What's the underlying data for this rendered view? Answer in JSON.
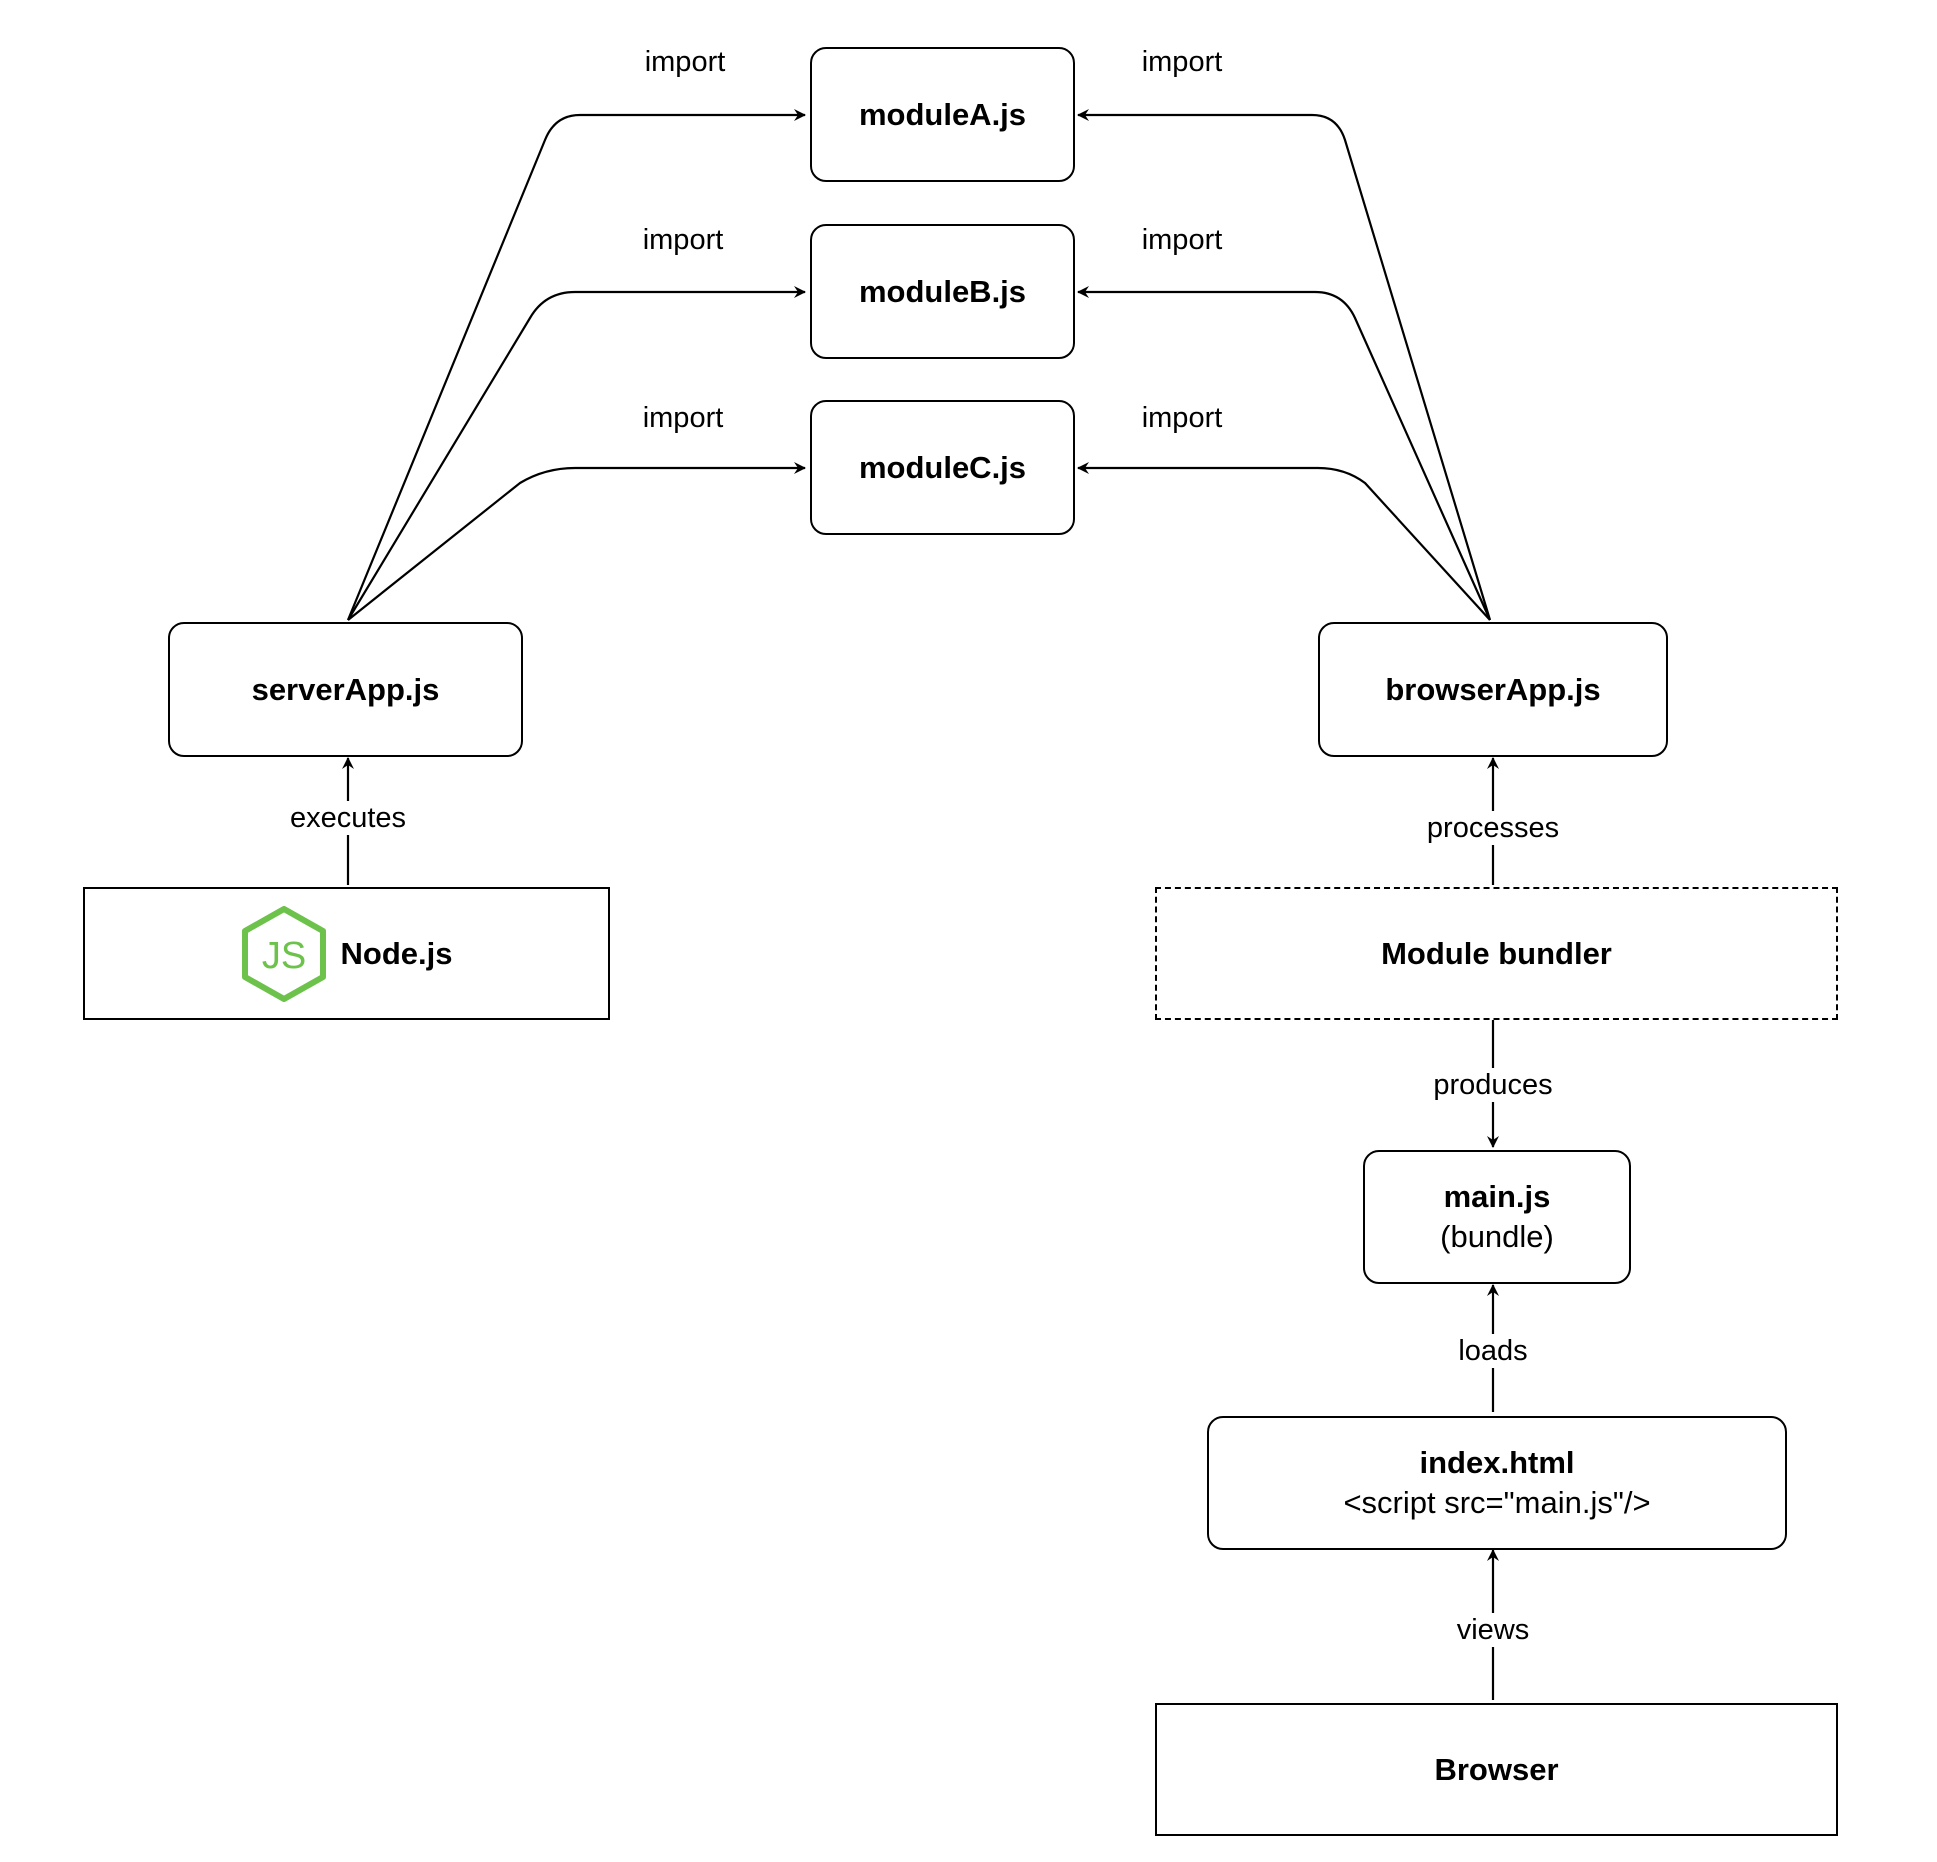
{
  "nodes": {
    "module_a": {
      "title": "moduleA.js"
    },
    "module_b": {
      "title": "moduleB.js"
    },
    "module_c": {
      "title": "moduleC.js"
    },
    "server_app": {
      "title": "serverApp.js"
    },
    "browser_app": {
      "title": "browserApp.js"
    },
    "nodejs": {
      "title": "Node.js",
      "icon": "nodejs-logo-icon",
      "logo_text": "JS",
      "logo_color": "#6cc24a"
    },
    "bundler": {
      "title": "Module bundler"
    },
    "main_js": {
      "title": "main.js",
      "subtitle": "(bundle)"
    },
    "index_html": {
      "title": "index.html",
      "subtitle": "<script src=\"main.js\"/>"
    },
    "browser": {
      "title": "Browser"
    }
  },
  "edges": {
    "server_import_a": "import",
    "server_import_b": "import",
    "server_import_c": "import",
    "browser_import_a": "import",
    "browser_import_b": "import",
    "browser_import_c": "import",
    "executes": "executes",
    "processes": "processes",
    "produces": "produces",
    "loads": "loads",
    "views": "views"
  },
  "colors": {
    "stroke": "#000000",
    "background": "#ffffff",
    "node_green": "#6cc24a"
  }
}
